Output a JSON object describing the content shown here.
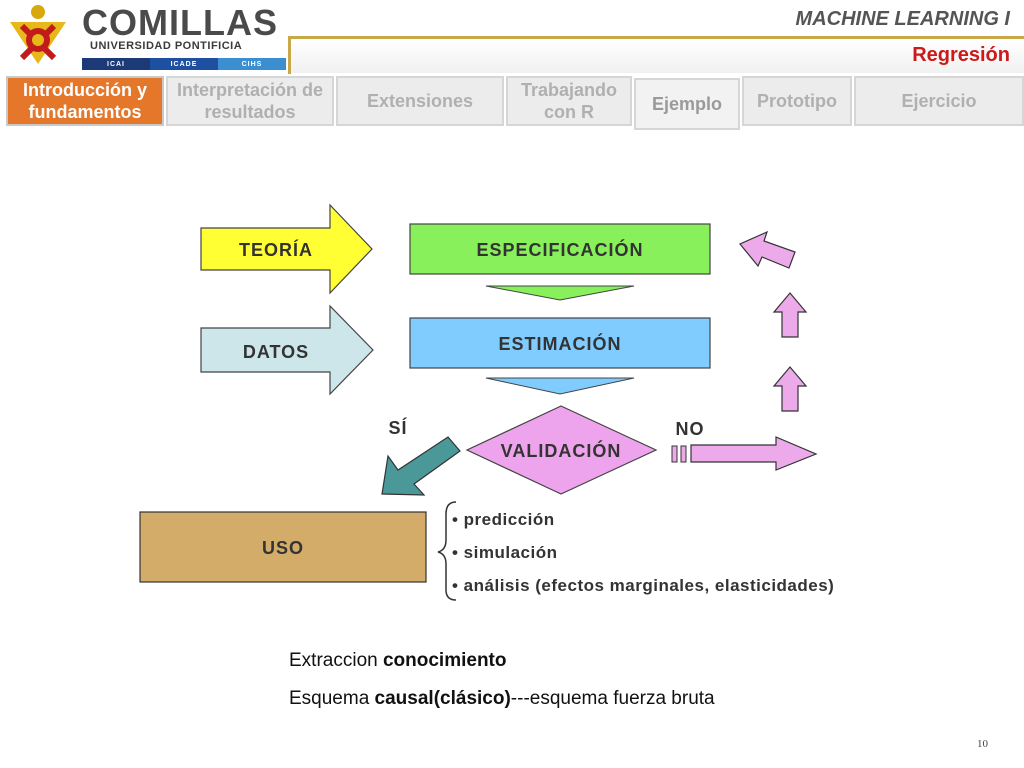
{
  "header": {
    "logo_word": "COMILLAS",
    "logo_subtitle": "UNIVERSIDAD PONTIFICIA",
    "logo_schools": [
      "ICAI",
      "ICADE",
      "CIHS"
    ],
    "course_title": "MACHINE LEARNING I",
    "section_title": "Regresión"
  },
  "tabs": [
    {
      "label": "Introducción y fundamentos",
      "state": "active"
    },
    {
      "label": "Interpretación de resultados",
      "state": "inactive"
    },
    {
      "label": "Extensiones",
      "state": "inactive"
    },
    {
      "label": "Trabajando con R",
      "state": "inactive"
    },
    {
      "label": "Ejemplo",
      "state": "inactive"
    },
    {
      "label": "Prototipo",
      "state": "inactive"
    },
    {
      "label": "Ejercicio",
      "state": "inactive"
    }
  ],
  "diagram": {
    "teoria": "TEORÍA",
    "datos": "DATOS",
    "especificacion": "ESPECIFICACIÓN",
    "estimacion": "ESTIMACIÓN",
    "validacion": "VALIDACIÓN",
    "si": "SÍ",
    "no": "NO",
    "uso": "USO",
    "uses": [
      "• predicción",
      "• simulación",
      "• análisis (efectos marginales, elasticidades)"
    ],
    "colors": {
      "teoria": "#ffff33",
      "datos": "#cde6ea",
      "especificacion": "#88f05a",
      "estimacion": "#80ccff",
      "validacion": "#eea4ec",
      "feedback": "#ecaaea",
      "si_arrow": "#4a9898",
      "uso": "#d2ac68"
    }
  },
  "notes": {
    "line1_plain": "Extraccion ",
    "line1_bold": "conocimiento",
    "line2_plain_a": "Esquema ",
    "line2_bold": "causal(clásico)",
    "line2_plain_b": "---esquema fuerza bruta"
  },
  "page_number": "10"
}
